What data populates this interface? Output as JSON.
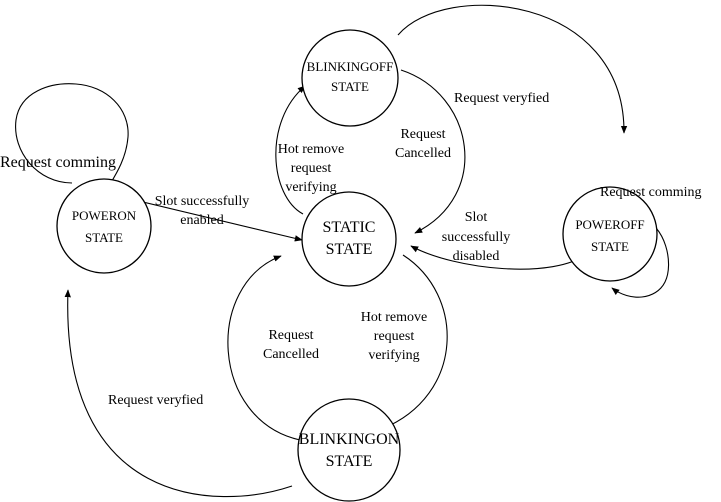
{
  "states": {
    "poweron": [
      "POWERON",
      "STATE"
    ],
    "blinkingoff": [
      "BLINKINGOFF",
      "STATE"
    ],
    "static": [
      "STATIC",
      "STATE"
    ],
    "poweroff": [
      "POWEROFF",
      "STATE"
    ],
    "blinkingon": [
      "BLINKINGON",
      "STATE"
    ]
  },
  "transitions": {
    "poweron_loop": "Request comming",
    "poweroff_loop": "Request comming",
    "poweron_to_static": [
      "Slot successfully",
      "enabled"
    ],
    "static_to_blinkingoff": [
      "Hot remove",
      "request",
      "verifying"
    ],
    "blinkingoff_to_static": [
      "Request",
      "Cancelled"
    ],
    "blinkingoff_to_poweroff": "Request veryfied",
    "poweroff_to_static": [
      "Slot",
      "successfully",
      "disabled"
    ],
    "static_to_blinkingon": [
      "Hot remove",
      "request",
      "verifying"
    ],
    "blinkingon_to_static": [
      "Request",
      "Cancelled"
    ],
    "blinkingon_to_poweron": "Request veryfied"
  },
  "colors": {
    "stroke": "#000000",
    "background": "#ffffff"
  }
}
